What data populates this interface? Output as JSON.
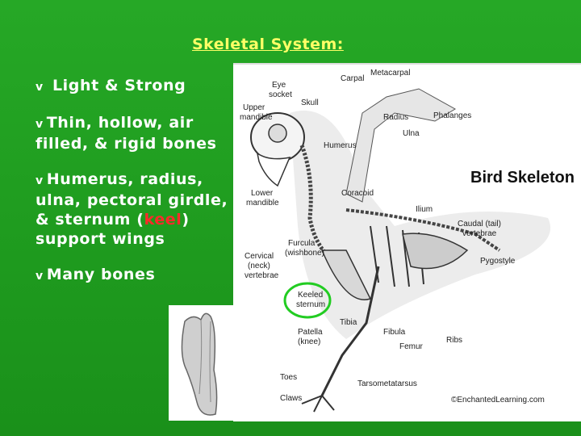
{
  "slide": {
    "title": "Skeletal System:",
    "bullet_mark": "v",
    "bullets": [
      "Light & Strong",
      "Thin, hollow, air filled, & rigid bones",
      "Many bones"
    ],
    "bullet_support": {
      "before": "Humerus, radius, ulna, pectoral girdle, & sternum (",
      "highlight": "keel",
      "after": ") support wings"
    },
    "highlight_color": "#ff2a2a"
  },
  "figure": {
    "title": "Bird Skeleton",
    "credit": "©EnchantedLearning.com",
    "labels": {
      "eye_socket_1": "Eye",
      "eye_socket_2": "socket",
      "skull": "Skull",
      "carpal": "Carpal",
      "metacarpal": "Metacarpal",
      "upper_mandible_1": "Upper",
      "upper_mandible_2": "mandible",
      "radius": "Radius",
      "phalanges": "Phalanges",
      "ulna": "Ulna",
      "humerus": "Humerus",
      "coracoid": "Coracoid",
      "lower_mandible_1": "Lower",
      "lower_mandible_2": "mandible",
      "ilium": "Ilium",
      "caudal_1": "Caudal (tail)",
      "caudal_2": "vertebrae",
      "furcula_1": "Furcula",
      "furcula_2": "(wishbone)",
      "cervical_1": "Cervical",
      "cervical_2": "(neck)",
      "cervical_3": "vertebrae",
      "pygostyle": "Pygostyle",
      "keeled_1": "Keeled",
      "keeled_2": "sternum",
      "tibia": "Tibia",
      "patella_1": "Patella",
      "patella_2": "(knee)",
      "fibula": "Fibula",
      "ribs": "Ribs",
      "femur": "Femur",
      "toes": "Toes",
      "tarsometatarsus": "Tarsometatarsus",
      "claws": "Claws"
    }
  }
}
